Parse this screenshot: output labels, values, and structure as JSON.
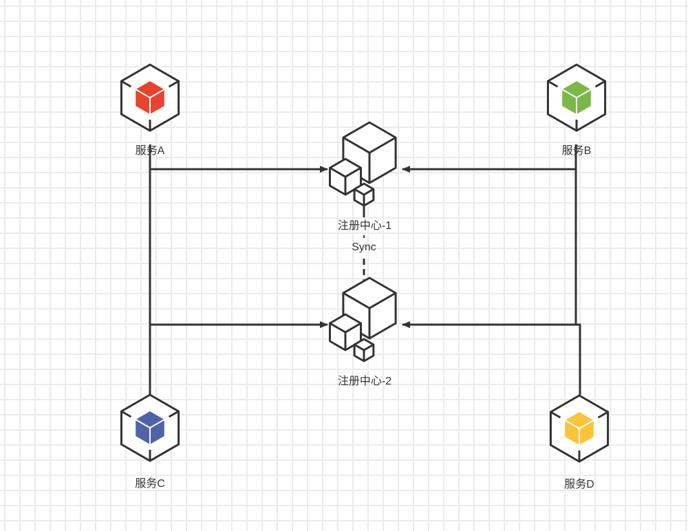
{
  "diagram": {
    "services": [
      {
        "id": "a",
        "label": "服务A",
        "color": "#e8432f"
      },
      {
        "id": "b",
        "label": "服务B",
        "color": "#7ab848"
      },
      {
        "id": "c",
        "label": "服务C",
        "color": "#5062a8"
      },
      {
        "id": "d",
        "label": "服务D",
        "color": "#fac53a"
      }
    ],
    "registries": [
      {
        "id": "r1",
        "label": "注册中心-1"
      },
      {
        "id": "r2",
        "label": "注册中心-2"
      }
    ],
    "sync_label": "Sync",
    "line_color": "#333333",
    "edges": [
      {
        "from": "服务A",
        "to": "注册中心-1"
      },
      {
        "from": "服务A",
        "to": "注册中心-2"
      },
      {
        "from": "服务C",
        "to": "注册中心-1"
      },
      {
        "from": "服务C",
        "to": "注册中心-2"
      },
      {
        "from": "服务B",
        "to": "注册中心-1"
      },
      {
        "from": "服务B",
        "to": "注册中心-2"
      },
      {
        "from": "服务D",
        "to": "注册中心-1"
      },
      {
        "from": "服务D",
        "to": "注册中心-2"
      },
      {
        "from": "注册中心-1",
        "to": "注册中心-2",
        "style": "dashed",
        "label": "Sync"
      }
    ]
  }
}
